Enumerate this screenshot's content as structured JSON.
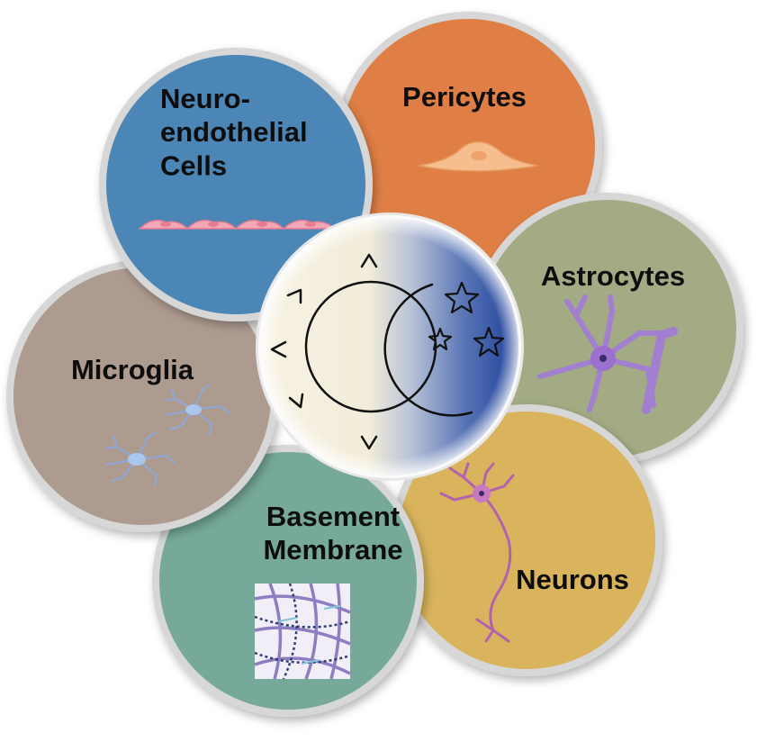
{
  "diagram": {
    "center": {
      "icon": "sun-moon-icon",
      "colors": {
        "day": "#f6f0e0",
        "night": "#1c3f9a",
        "outline": "#111111"
      }
    },
    "petals": [
      {
        "id": "pericytes",
        "lines": [
          "Pericytes"
        ],
        "color": "#df7f45",
        "icon": "pericyte-cell-icon"
      },
      {
        "id": "astrocytes",
        "lines": [
          "Astrocytes"
        ],
        "color": "#a2ab83",
        "icon": "astrocyte-cell-icon"
      },
      {
        "id": "neurons",
        "lines": [
          "Neurons"
        ],
        "color": "#d9b45c",
        "icon": "neuron-cell-icon"
      },
      {
        "id": "basement-membrane",
        "lines": [
          "Basement",
          "Membrane"
        ],
        "color": "#76a99a",
        "icon": "membrane-fibers-icon"
      },
      {
        "id": "microglia",
        "lines": [
          "Microglia"
        ],
        "color": "#ae9b90",
        "icon": "microglia-cell-icon"
      },
      {
        "id": "neuro-endothelial-cells",
        "lines": [
          "Neuro-",
          "endothelial",
          "Cells"
        ],
        "color": "#4b86b6",
        "icon": "endothelial-cells-icon"
      }
    ]
  }
}
